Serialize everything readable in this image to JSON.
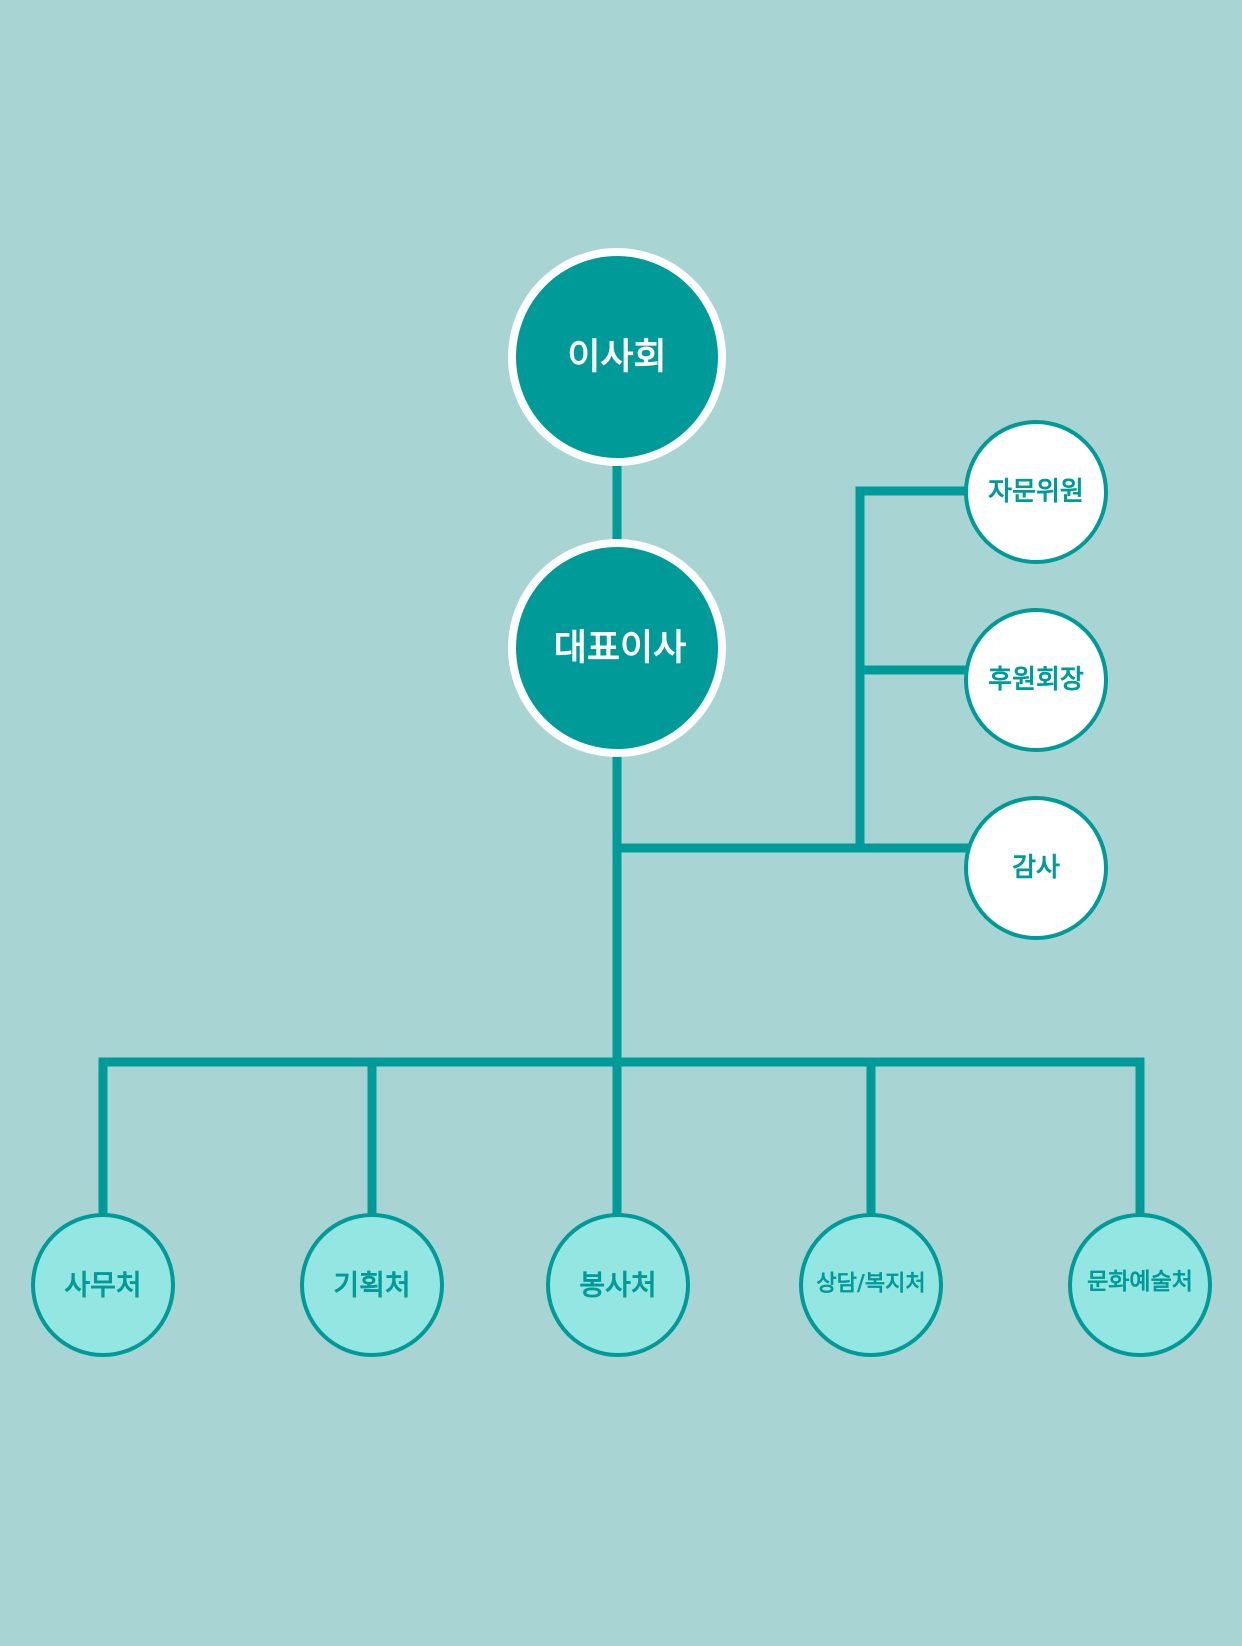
{
  "colors": {
    "background": "#a8d5d4",
    "line": "#009a98",
    "primary_fill": "#009a98",
    "primary_text": "#ffffff",
    "advisory_fill": "#ffffff",
    "advisory_text": "#009a98",
    "department_fill": "#93e6e2",
    "department_text": "#009a98"
  },
  "nodes": {
    "board": "이사회",
    "ceo": "대표이사",
    "advisors": [
      "자문위원",
      "후원회장",
      "감사"
    ],
    "departments": [
      "사무처",
      "기획처",
      "봉사처",
      "상담/복지처",
      "문화예술처"
    ]
  }
}
